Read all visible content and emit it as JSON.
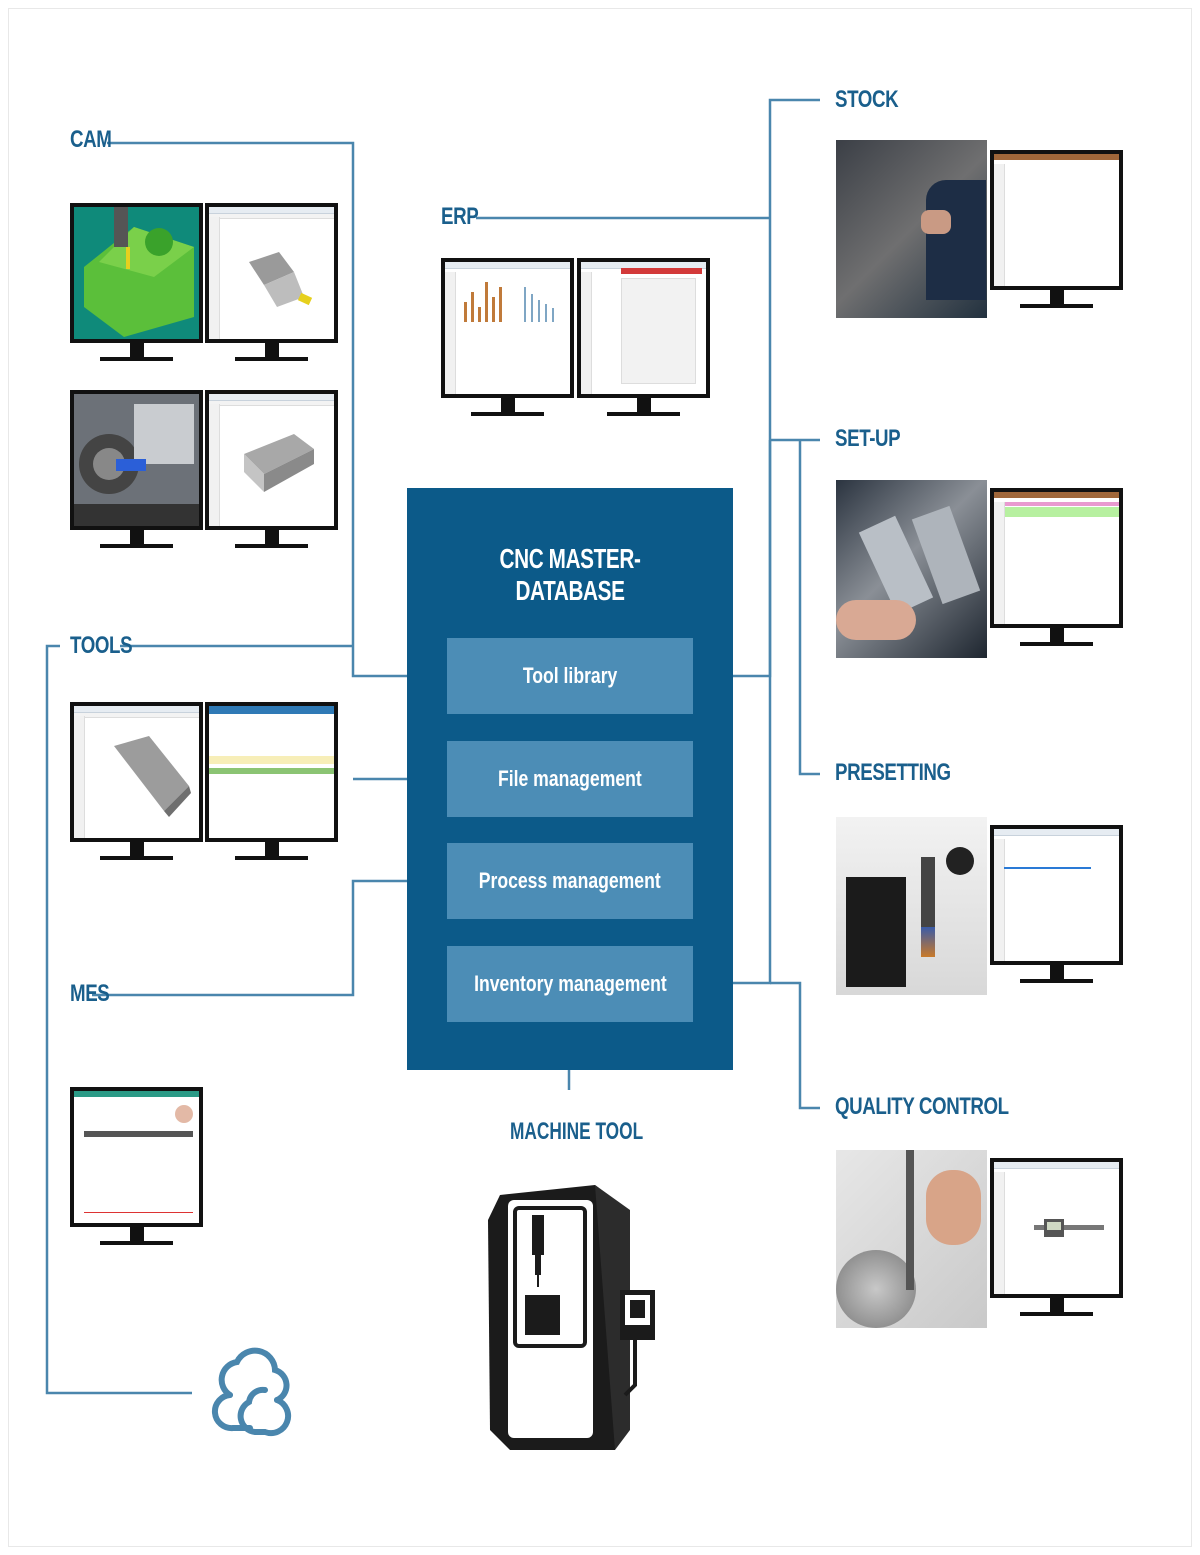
{
  "database": {
    "title": "CNC MASTER-DATABASE",
    "modules": [
      "Tool library",
      "File management",
      "Process management",
      "Inventory management"
    ]
  },
  "left_systems": {
    "cam": "CAM",
    "tools": "TOOLS",
    "mes": "MES"
  },
  "top_system": {
    "erp": "ERP"
  },
  "right_systems": {
    "stock": "STOCK",
    "setup": "SET-UP",
    "presetting": "PRESETTING",
    "quality": "QUALITY CONTROL"
  },
  "machine": {
    "label": "MACHINE TOOL"
  },
  "icons": {
    "cloud": "cloud-icon",
    "machine": "cnc-machine-icon",
    "monitor": "monitor-icon"
  },
  "colors": {
    "database_bg": "#0c5a89",
    "module_bg": "#4c8db6",
    "connector": "#4a86ad",
    "label": "#1a5f8c"
  }
}
